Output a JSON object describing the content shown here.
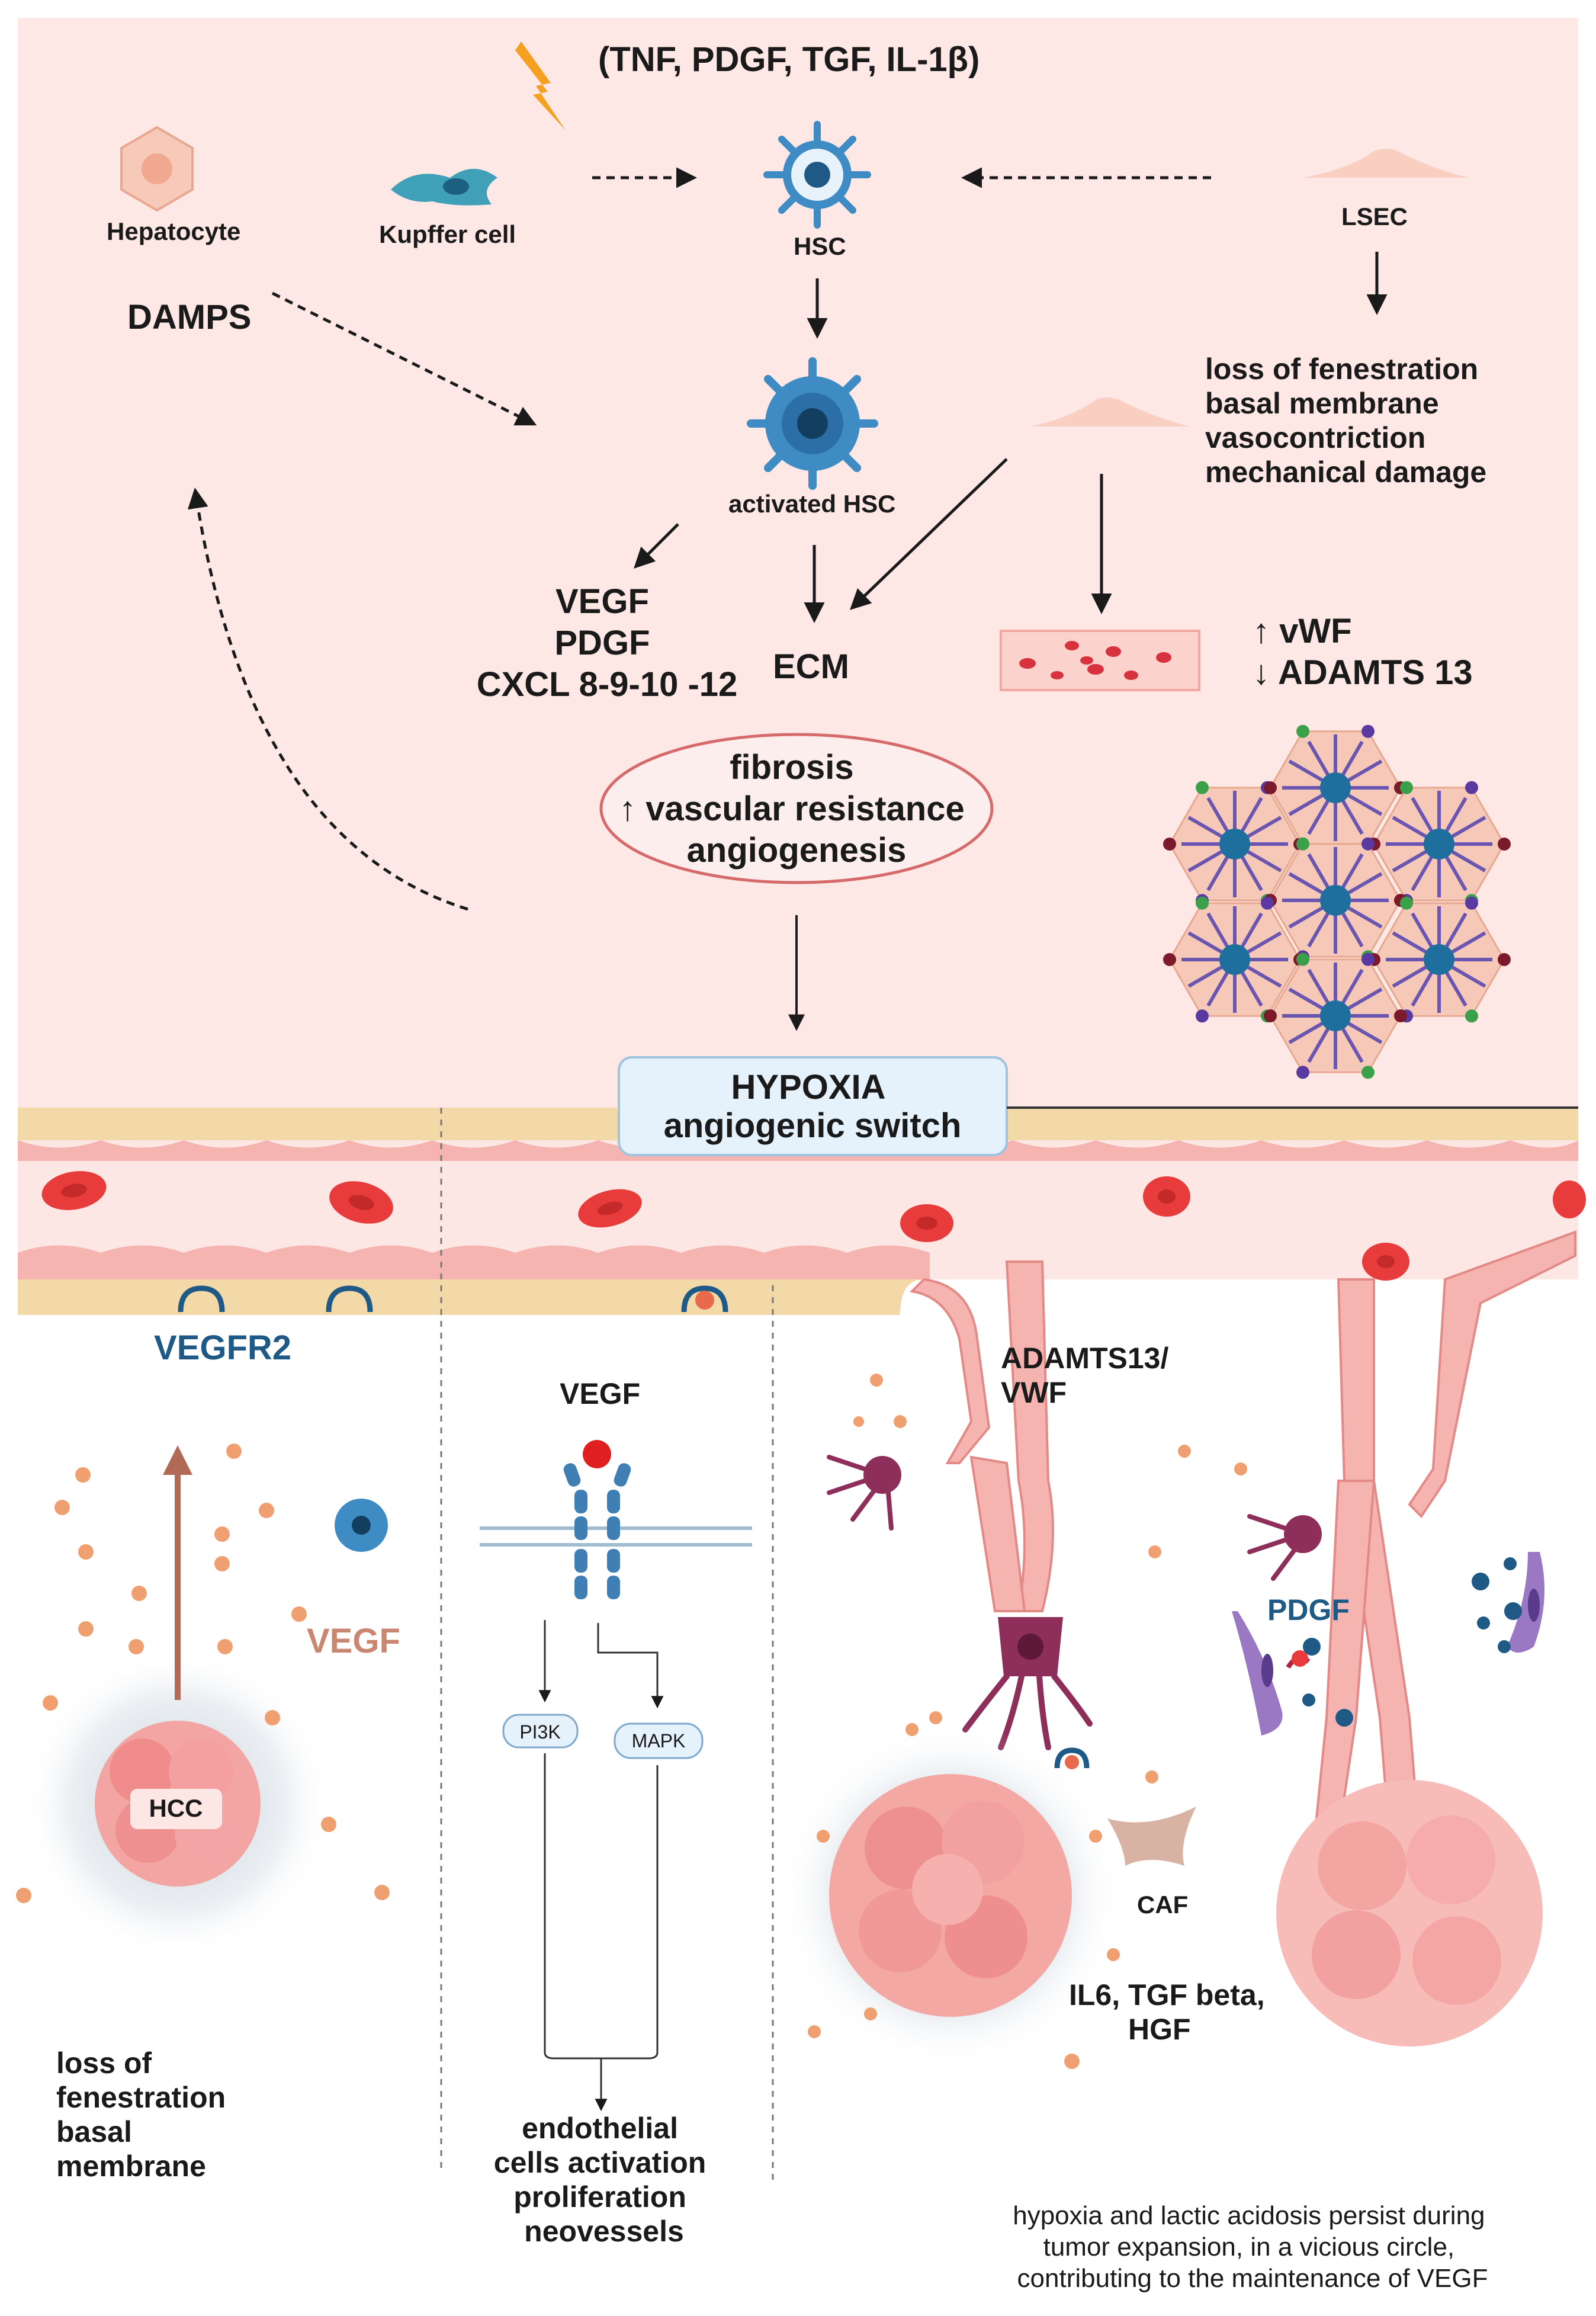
{
  "top": {
    "signals": "(TNF, PDGF, TGF, IL-1β)",
    "hepatocyte": "Hepatocyte",
    "kupffer": "Kupffer cell",
    "hsc": "HSC",
    "lsec": "LSEC",
    "damps": "DAMPS",
    "activated_hsc": "activated HSC",
    "lsec_effects": [
      "loss of fenestration",
      "basal membrane",
      "vasocontriction",
      "mechanical damage"
    ],
    "factors": [
      "VEGF",
      "PDGF",
      "CXCL 8-9-10 -12"
    ],
    "ecm": "ECM",
    "vwf_up": "↑ vWF",
    "adamts_down": "↓ ADAMTS 13",
    "outcome": [
      "fibrosis",
      "↑ vascular resistance",
      "angiogenesis"
    ],
    "hypoxia": [
      "HYPOXIA",
      "angiogenic switch"
    ]
  },
  "bottom": {
    "vegfr2": "VEGFR2",
    "vegf_left": "VEGF",
    "hcc": "HCC",
    "left_caption": [
      "loss of",
      "fenestration",
      "basal",
      "membrane"
    ],
    "vegf_mid": "VEGF",
    "pi3k": "PI3K",
    "mapk": "MAPK",
    "mid_caption": [
      "endothelial",
      "cells activation",
      "proliferation",
      "neovessels"
    ],
    "adamts_vwf": [
      "ADAMTS13/",
      "VWF"
    ],
    "pdgf": "PDGF",
    "caf": "CAF",
    "cytokines": [
      "IL6, TGF beta,",
      "HGF"
    ],
    "right_caption": [
      "hypoxia and lactic acidosis persist during",
      "tumor expansion, in a vicious circle,",
      "contributing to the maintenance of VEGF"
    ]
  },
  "colors": {
    "top_bg": "#fde8e6",
    "vessel": "#f9c0bd",
    "wall": "#f3d9a8",
    "rbc": "#e83b3b",
    "hsc_blue": "#3f8cc4",
    "pericyte": "#8e2f5b",
    "vegf_dot": "#f0a070",
    "oval_border": "#d66a6a",
    "hypoxia_box": "#e6f2fb"
  }
}
